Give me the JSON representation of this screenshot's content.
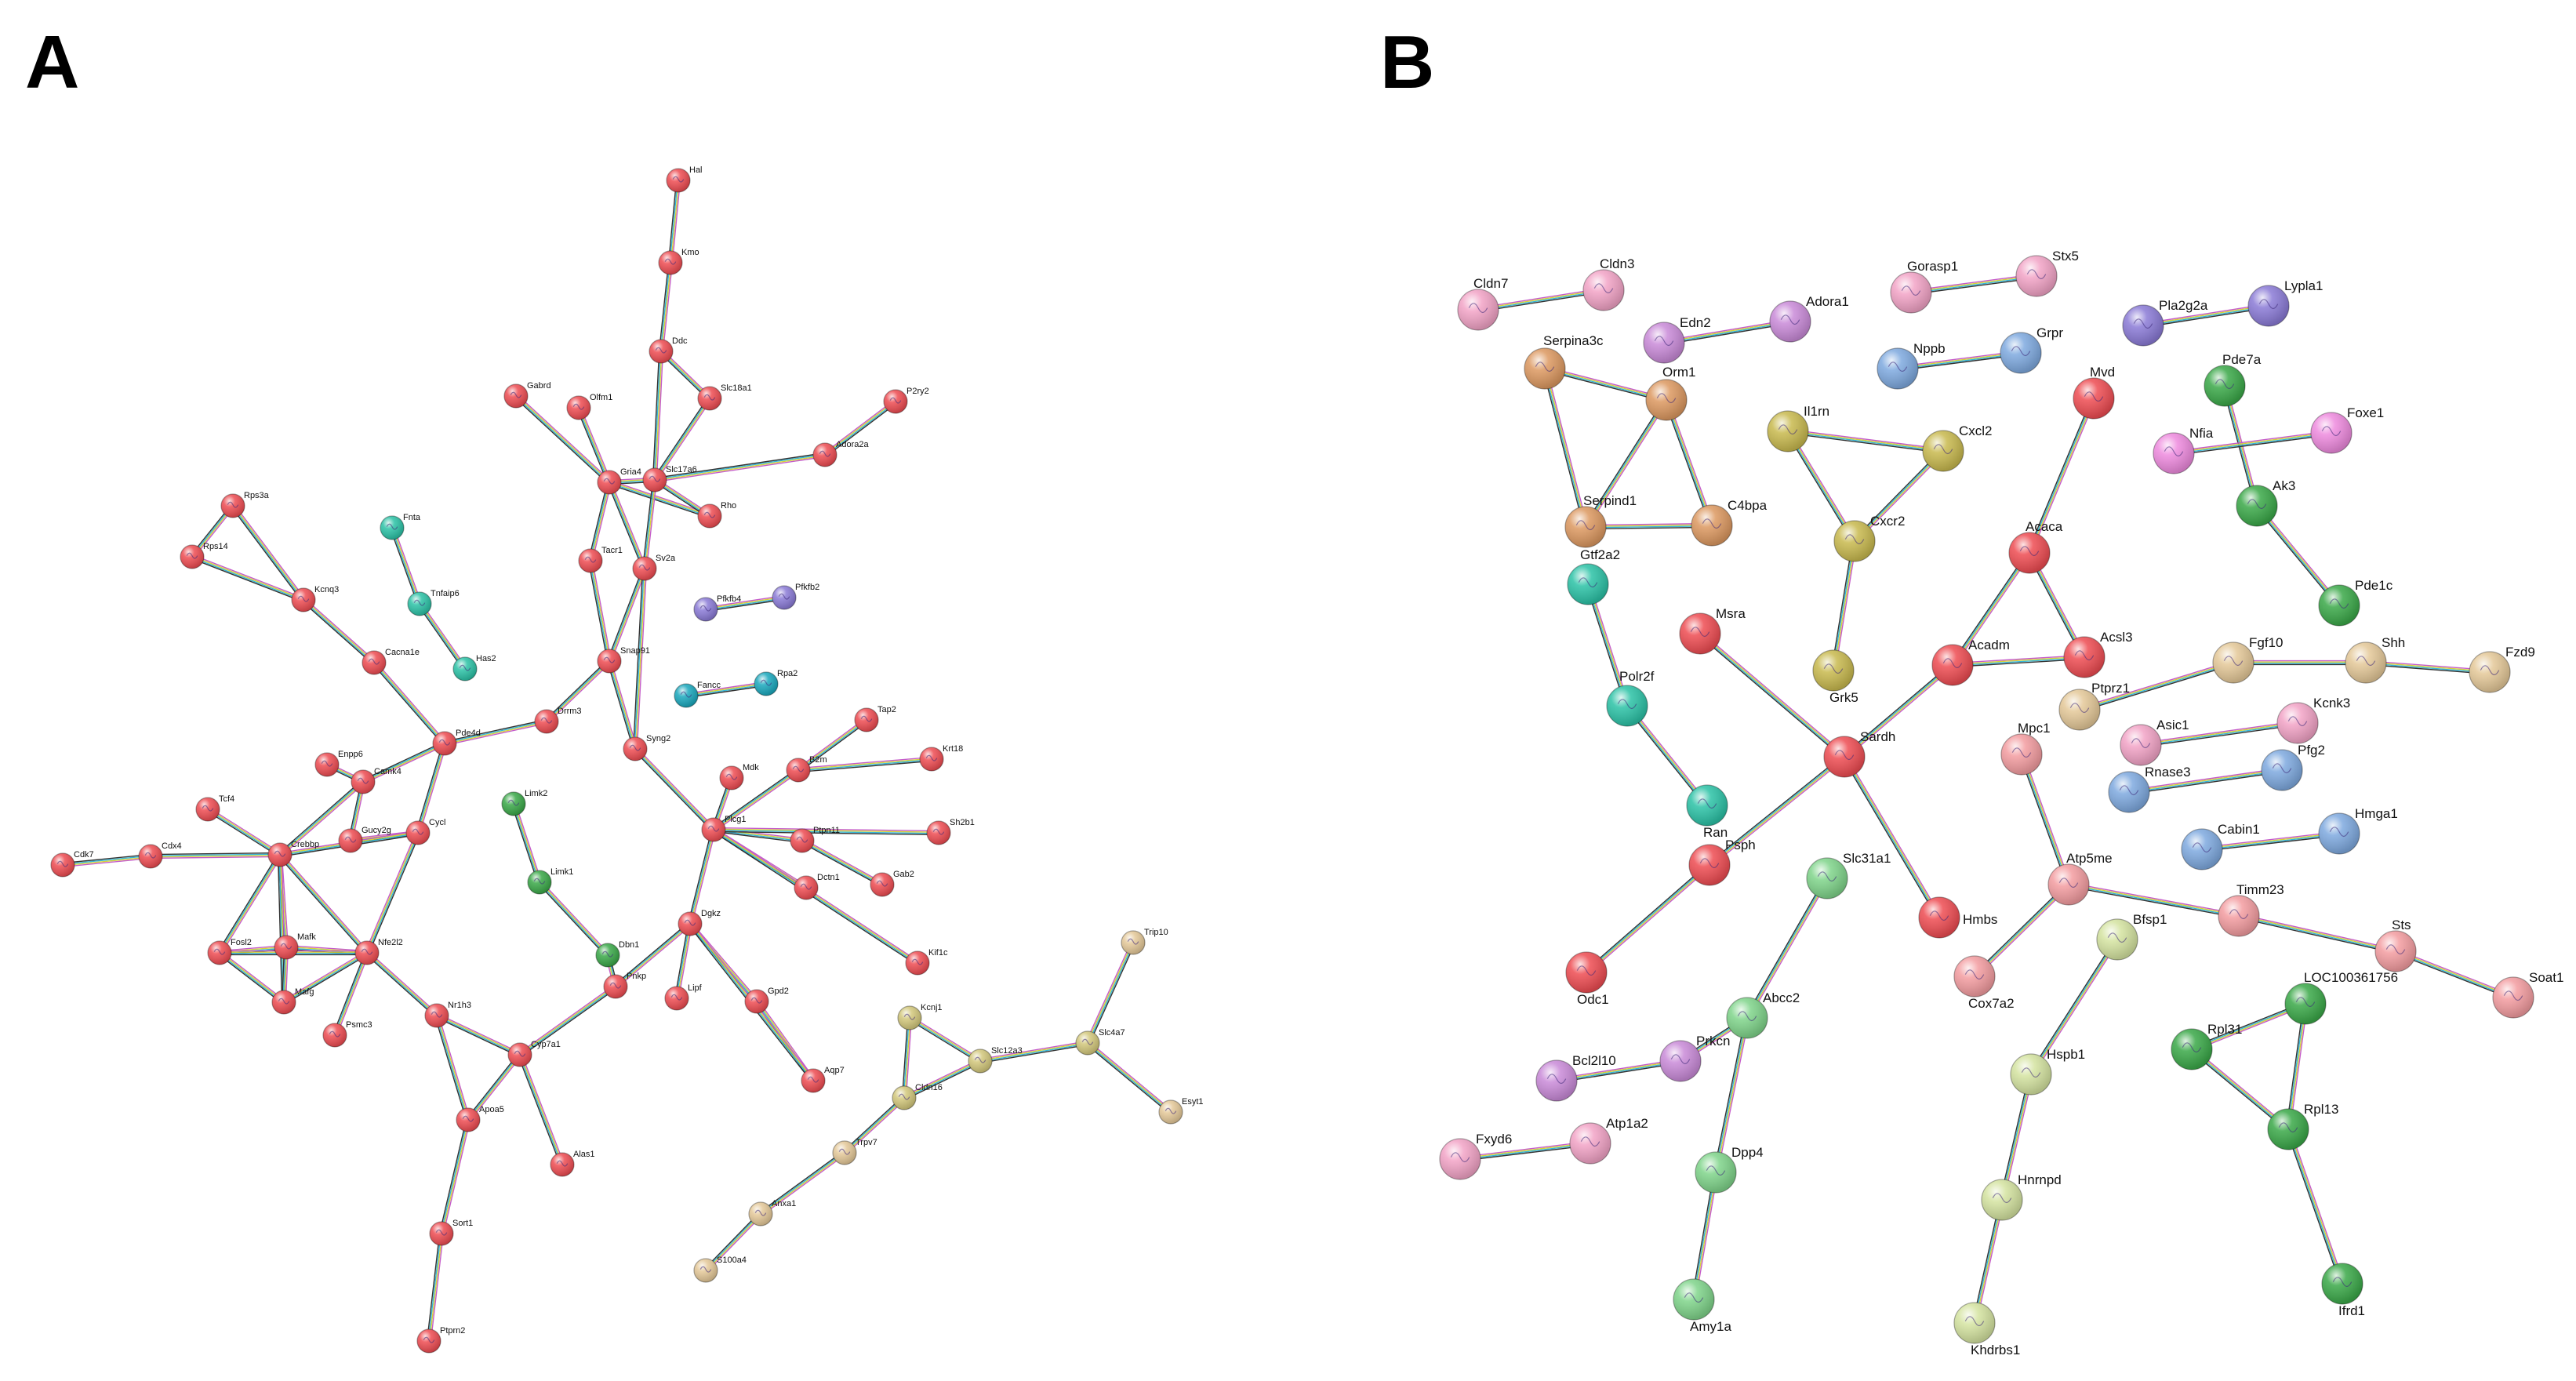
{
  "panels": [
    {
      "letter": "A",
      "nodes": [
        {
          "id": "Hal",
          "cluster": "red"
        },
        {
          "id": "Kmo",
          "cluster": "red"
        },
        {
          "id": "Ddc",
          "cluster": "red"
        },
        {
          "id": "Gabrd",
          "cluster": "red"
        },
        {
          "id": "Olfm1",
          "cluster": "red"
        },
        {
          "id": "Slc18a1",
          "cluster": "red"
        },
        {
          "id": "P2ry2",
          "cluster": "red"
        },
        {
          "id": "Adora2a",
          "cluster": "red"
        },
        {
          "id": "Gria4",
          "cluster": "red"
        },
        {
          "id": "Slc17a6",
          "cluster": "red"
        },
        {
          "id": "Rho",
          "cluster": "red"
        },
        {
          "id": "Tacr1",
          "cluster": "red"
        },
        {
          "id": "Sv2a",
          "cluster": "red"
        },
        {
          "id": "Snap91",
          "cluster": "red"
        },
        {
          "id": "Drrm3",
          "cluster": "red"
        },
        {
          "id": "Syng2",
          "cluster": "red"
        },
        {
          "id": "Rps3a",
          "cluster": "red"
        },
        {
          "id": "Rps14",
          "cluster": "red"
        },
        {
          "id": "Kcnq3",
          "cluster": "red"
        },
        {
          "id": "Cacna1e",
          "cluster": "red"
        },
        {
          "id": "Pde4d",
          "cluster": "red"
        },
        {
          "id": "Enpp6",
          "cluster": "red"
        },
        {
          "id": "Camk4",
          "cluster": "red"
        },
        {
          "id": "Gucy2g",
          "cluster": "red"
        },
        {
          "id": "Cycl",
          "cluster": "red"
        },
        {
          "id": "Tcf4",
          "cluster": "red"
        },
        {
          "id": "Crebbp",
          "cluster": "red"
        },
        {
          "id": "Cdk7",
          "cluster": "red"
        },
        {
          "id": "Cdx4",
          "cluster": "red"
        },
        {
          "id": "Mafk",
          "cluster": "red"
        },
        {
          "id": "Fosl2",
          "cluster": "red"
        },
        {
          "id": "Mafg",
          "cluster": "red"
        },
        {
          "id": "Nfe2l2",
          "cluster": "red"
        },
        {
          "id": "Psmc3",
          "cluster": "red"
        },
        {
          "id": "Nr1h3",
          "cluster": "red"
        },
        {
          "id": "Cyp7a1",
          "cluster": "red"
        },
        {
          "id": "Apoa5",
          "cluster": "red"
        },
        {
          "id": "Alas1",
          "cluster": "red"
        },
        {
          "id": "Sort1",
          "cluster": "red"
        },
        {
          "id": "Ptprn2",
          "cluster": "red"
        },
        {
          "id": "Mdk",
          "cluster": "red"
        },
        {
          "id": "B2m",
          "cluster": "red"
        },
        {
          "id": "Tap2",
          "cluster": "red"
        },
        {
          "id": "Krt18",
          "cluster": "red"
        },
        {
          "id": "Plcg1",
          "cluster": "red"
        },
        {
          "id": "Ptpn11",
          "cluster": "red"
        },
        {
          "id": "Sh2b1",
          "cluster": "red"
        },
        {
          "id": "Gab2",
          "cluster": "red"
        },
        {
          "id": "Dctn1",
          "cluster": "red"
        },
        {
          "id": "Kif1c",
          "cluster": "red"
        },
        {
          "id": "Dgkz",
          "cluster": "red"
        },
        {
          "id": "Pnkp",
          "cluster": "red"
        },
        {
          "id": "Lipf",
          "cluster": "red"
        },
        {
          "id": "Gpd2",
          "cluster": "red"
        },
        {
          "id": "Aqp7",
          "cluster": "red"
        },
        {
          "id": "Fnta",
          "cluster": "teal"
        },
        {
          "id": "Tnfaip6",
          "cluster": "teal"
        },
        {
          "id": "Has2",
          "cluster": "teal"
        },
        {
          "id": "Pfkfb4",
          "cluster": "purple"
        },
        {
          "id": "Pfkfb2",
          "cluster": "purple"
        },
        {
          "id": "Fancc",
          "cluster": "cyan"
        },
        {
          "id": "Rpa2",
          "cluster": "cyan"
        },
        {
          "id": "Limk2",
          "cluster": "green"
        },
        {
          "id": "Limk1",
          "cluster": "green"
        },
        {
          "id": "Dbn1",
          "cluster": "green"
        },
        {
          "id": "Kcnj1",
          "cluster": "khaki"
        },
        {
          "id": "Cldn16",
          "cluster": "khaki"
        },
        {
          "id": "Slc12a3",
          "cluster": "khaki"
        },
        {
          "id": "Slc4a7",
          "cluster": "khaki"
        },
        {
          "id": "Trip10",
          "cluster": "tan"
        },
        {
          "id": "Esyt1",
          "cluster": "tan"
        },
        {
          "id": "Trpv7",
          "cluster": "tan"
        },
        {
          "id": "Anxa1",
          "cluster": "tan"
        },
        {
          "id": "S100a4",
          "cluster": "tan"
        }
      ],
      "edges": [
        [
          "Hal",
          "Kmo"
        ],
        [
          "Kmo",
          "Ddc"
        ],
        [
          "Ddc",
          "Slc18a1"
        ],
        [
          "Ddc",
          "Slc17a6"
        ],
        [
          "Slc18a1",
          "Slc17a6"
        ],
        [
          "Gabrd",
          "Gria4"
        ],
        [
          "Olfm1",
          "Gria4"
        ],
        [
          "Gria4",
          "Slc17a6"
        ],
        [
          "Gria4",
          "Rho"
        ],
        [
          "Slc17a6",
          "Rho"
        ],
        [
          "Slc17a6",
          "Sv2a"
        ],
        [
          "Gria4",
          "Sv2a"
        ],
        [
          "Adora2a",
          "P2ry2"
        ],
        [
          "Adora2a",
          "Slc17a6"
        ],
        [
          "Gria4",
          "Tacr1"
        ],
        [
          "Sv2a",
          "Snap91"
        ],
        [
          "Tacr1",
          "Snap91"
        ],
        [
          "Sv2a",
          "Syng2"
        ],
        [
          "Snap91",
          "Drrm3"
        ],
        [
          "Snap91",
          "Syng2"
        ],
        [
          "Drrm3",
          "Pde4d"
        ],
        [
          "Rps3a",
          "Rps14"
        ],
        [
          "Rps3a",
          "Kcnq3"
        ],
        [
          "Rps14",
          "Kcnq3"
        ],
        [
          "Kcnq3",
          "Cacna1e"
        ],
        [
          "Cacna1e",
          "Pde4d"
        ],
        [
          "Pde4d",
          "Camk4"
        ],
        [
          "Pde4d",
          "Cycl"
        ],
        [
          "Enpp6",
          "Camk4"
        ],
        [
          "Camk4",
          "Crebbp"
        ],
        [
          "Camk4",
          "Gucy2g"
        ],
        [
          "Gucy2g",
          "Cycl"
        ],
        [
          "Tcf4",
          "Crebbp"
        ],
        [
          "Crebbp",
          "Cdx4"
        ],
        [
          "Cdx4",
          "Cdk7"
        ],
        [
          "Crebbp",
          "Mafk"
        ],
        [
          "Crebbp",
          "Fosl2"
        ],
        [
          "Crebbp",
          "Mafg"
        ],
        [
          "Crebbp",
          "Nfe2l2"
        ],
        [
          "Crebbp",
          "Cycl"
        ],
        [
          "Fosl2",
          "Mafk"
        ],
        [
          "Fosl2",
          "Mafg"
        ],
        [
          "Mafk",
          "Mafg"
        ],
        [
          "Mafk",
          "Nfe2l2"
        ],
        [
          "Mafg",
          "Nfe2l2"
        ],
        [
          "Fosl2",
          "Nfe2l2"
        ],
        [
          "Nfe2l2",
          "Psmc3"
        ],
        [
          "Nfe2l2",
          "Nr1h3"
        ],
        [
          "Nfe2l2",
          "Cycl"
        ],
        [
          "Nr1h3",
          "Cyp7a1"
        ],
        [
          "Nr1h3",
          "Apoa5"
        ],
        [
          "Cyp7a1",
          "Apoa5"
        ],
        [
          "Cyp7a1",
          "Alas1"
        ],
        [
          "Cyp7a1",
          "Pnkp"
        ],
        [
          "Apoa5",
          "Sort1"
        ],
        [
          "Sort1",
          "Ptprn2"
        ],
        [
          "Syng2",
          "Plcg1"
        ],
        [
          "Mdk",
          "Plcg1"
        ],
        [
          "B2m",
          "Tap2"
        ],
        [
          "B2m",
          "Plcg1"
        ],
        [
          "B2m",
          "Krt18"
        ],
        [
          "Plcg1",
          "Ptpn11"
        ],
        [
          "Plcg1",
          "Sh2b1"
        ],
        [
          "Ptpn11",
          "Gab2"
        ],
        [
          "Plcg1",
          "Dctn1"
        ],
        [
          "Plcg1",
          "Kif1c"
        ],
        [
          "Plcg1",
          "Dgkz"
        ],
        [
          "Dgkz",
          "Pnkp"
        ],
        [
          "Dgkz",
          "Lipf"
        ],
        [
          "Dgkz",
          "Gpd2"
        ],
        [
          "Gpd2",
          "Aqp7"
        ],
        [
          "Pnkp",
          "Dbn1"
        ],
        [
          "Dgkz",
          "Aqp7"
        ],
        [
          "Fnta",
          "Tnfaip6"
        ],
        [
          "Tnfaip6",
          "Has2"
        ],
        [
          "Pfkfb4",
          "Pfkfb2"
        ],
        [
          "Fancc",
          "Rpa2"
        ],
        [
          "Limk2",
          "Limk1"
        ],
        [
          "Limk1",
          "Dbn1"
        ],
        [
          "Kcnj1",
          "Cldn16"
        ],
        [
          "Kcnj1",
          "Slc12a3"
        ],
        [
          "Cldn16",
          "Slc12a3"
        ],
        [
          "Slc12a3",
          "Slc4a7"
        ],
        [
          "Slc4a7",
          "Trip10"
        ],
        [
          "Slc4a7",
          "Esyt1"
        ],
        [
          "Cldn16",
          "Trpv7"
        ],
        [
          "Trpv7",
          "Anxa1"
        ],
        [
          "Anxa1",
          "S100a4"
        ]
      ]
    },
    {
      "letter": "B",
      "nodes": [
        {
          "id": "Cldn7",
          "cluster": "pink"
        },
        {
          "id": "Cldn3",
          "cluster": "pink"
        },
        {
          "id": "Edn2",
          "cluster": "violet"
        },
        {
          "id": "Adora1",
          "cluster": "violet"
        },
        {
          "id": "Gorasp1",
          "cluster": "pink"
        },
        {
          "id": "Stx5",
          "cluster": "pink"
        },
        {
          "id": "Nppb",
          "cluster": "blue"
        },
        {
          "id": "Grpr",
          "cluster": "blue"
        },
        {
          "id": "Pla2g2a",
          "cluster": "purple"
        },
        {
          "id": "Lypla1",
          "cluster": "purple"
        },
        {
          "id": "Serpina3c",
          "cluster": "orange"
        },
        {
          "id": "Orm1",
          "cluster": "orange"
        },
        {
          "id": "Serpind1",
          "cluster": "orange"
        },
        {
          "id": "C4bpa",
          "cluster": "orange"
        },
        {
          "id": "Il1rn",
          "cluster": "olive"
        },
        {
          "id": "Cxcl2",
          "cluster": "olive"
        },
        {
          "id": "Cxcr2",
          "cluster": "olive"
        },
        {
          "id": "Grk5",
          "cluster": "olive"
        },
        {
          "id": "Mvd",
          "cluster": "red"
        },
        {
          "id": "Pde7a",
          "cluster": "green"
        },
        {
          "id": "Foxe1",
          "cluster": "magenta"
        },
        {
          "id": "Nfia",
          "cluster": "magenta"
        },
        {
          "id": "Ak3",
          "cluster": "green"
        },
        {
          "id": "Pde1c",
          "cluster": "green"
        },
        {
          "id": "Gtf2a2",
          "cluster": "teal"
        },
        {
          "id": "Polr2f",
          "cluster": "teal"
        },
        {
          "id": "Ran",
          "cluster": "teal"
        },
        {
          "id": "Msra",
          "cluster": "red"
        },
        {
          "id": "Acaca",
          "cluster": "red"
        },
        {
          "id": "Acadm",
          "cluster": "red"
        },
        {
          "id": "Acsl3",
          "cluster": "red"
        },
        {
          "id": "Ptprz1",
          "cluster": "tan"
        },
        {
          "id": "Fgf10",
          "cluster": "tan"
        },
        {
          "id": "Shh",
          "cluster": "tan"
        },
        {
          "id": "Fzd9",
          "cluster": "tan"
        },
        {
          "id": "Sardh",
          "cluster": "red"
        },
        {
          "id": "Mpc1",
          "cluster": "salmon"
        },
        {
          "id": "Asic1",
          "cluster": "pink"
        },
        {
          "id": "Kcnk3",
          "cluster": "pink"
        },
        {
          "id": "Rnase3",
          "cluster": "blue"
        },
        {
          "id": "Pfg2",
          "cluster": "blue"
        },
        {
          "id": "Cabin1",
          "cluster": "blue"
        },
        {
          "id": "Hmga1",
          "cluster": "blue"
        },
        {
          "id": "Psph",
          "cluster": "red"
        },
        {
          "id": "Hmbs",
          "cluster": "red"
        },
        {
          "id": "Slc31a1",
          "cluster": "lightgreen"
        },
        {
          "id": "Atp5me",
          "cluster": "salmon"
        },
        {
          "id": "Timm23",
          "cluster": "salmon"
        },
        {
          "id": "Sts",
          "cluster": "salmon"
        },
        {
          "id": "Soat1",
          "cluster": "salmon"
        },
        {
          "id": "Odc1",
          "cluster": "red"
        },
        {
          "id": "Cox7a2",
          "cluster": "salmon"
        },
        {
          "id": "Bfsp1",
          "cluster": "yellowgreen"
        },
        {
          "id": "LOC100361756",
          "cluster": "green"
        },
        {
          "id": "Abcc2",
          "cluster": "lightgreen"
        },
        {
          "id": "Prkcn",
          "cluster": "violet"
        },
        {
          "id": "Bcl2l10",
          "cluster": "violet"
        },
        {
          "id": "Rpl31",
          "cluster": "green"
        },
        {
          "id": "Rpl13",
          "cluster": "green"
        },
        {
          "id": "Hspb1",
          "cluster": "yellowgreen"
        },
        {
          "id": "Fxyd6",
          "cluster": "pink"
        },
        {
          "id": "Atp1a2",
          "cluster": "pink"
        },
        {
          "id": "Dpp4",
          "cluster": "lightgreen"
        },
        {
          "id": "Hnrnpd",
          "cluster": "yellowgreen"
        },
        {
          "id": "Ifrd1",
          "cluster": "green"
        },
        {
          "id": "Amy1a",
          "cluster": "lightgreen"
        },
        {
          "id": "Khdrbs1",
          "cluster": "yellowgreen"
        }
      ],
      "edges": [
        [
          "Cldn7",
          "Cldn3"
        ],
        [
          "Edn2",
          "Adora1"
        ],
        [
          "Gorasp1",
          "Stx5"
        ],
        [
          "Nppb",
          "Grpr"
        ],
        [
          "Pla2g2a",
          "Lypla1"
        ],
        [
          "Serpina3c",
          "Orm1"
        ],
        [
          "Serpina3c",
          "Serpind1"
        ],
        [
          "Orm1",
          "Serpind1"
        ],
        [
          "Orm1",
          "C4bpa"
        ],
        [
          "Serpind1",
          "C4bpa"
        ],
        [
          "Il1rn",
          "Cxcl2"
        ],
        [
          "Il1rn",
          "Cxcr2"
        ],
        [
          "Cxcl2",
          "Cxcr2"
        ],
        [
          "Cxcr2",
          "Grk5"
        ],
        [
          "Mvd",
          "Acaca"
        ],
        [
          "Pde7a",
          "Ak3"
        ],
        [
          "Ak3",
          "Pde1c"
        ],
        [
          "Nfia",
          "Foxe1"
        ],
        [
          "Gtf2a2",
          "Polr2f"
        ],
        [
          "Polr2f",
          "Ran"
        ],
        [
          "Acaca",
          "Acadm"
        ],
        [
          "Acaca",
          "Acsl3"
        ],
        [
          "Acadm",
          "Acsl3"
        ],
        [
          "Acadm",
          "Sardh"
        ],
        [
          "Msra",
          "Sardh"
        ],
        [
          "Sardh",
          "Psph"
        ],
        [
          "Sardh",
          "Hmbs"
        ],
        [
          "Psph",
          "Odc1"
        ],
        [
          "Ptprz1",
          "Fgf10"
        ],
        [
          "Fgf10",
          "Shh"
        ],
        [
          "Shh",
          "Fzd9"
        ],
        [
          "Asic1",
          "Kcnk3"
        ],
        [
          "Rnase3",
          "Pfg2"
        ],
        [
          "Cabin1",
          "Hmga1"
        ],
        [
          "Mpc1",
          "Atp5me"
        ],
        [
          "Atp5me",
          "Timm23"
        ],
        [
          "Atp5me",
          "Cox7a2"
        ],
        [
          "Timm23",
          "Sts"
        ],
        [
          "Sts",
          "Soat1"
        ],
        [
          "Slc31a1",
          "Abcc2"
        ],
        [
          "Abcc2",
          "Prkcn"
        ],
        [
          "Abcc2",
          "Dpp4"
        ],
        [
          "Dpp4",
          "Amy1a"
        ],
        [
          "Bcl2l10",
          "Prkcn"
        ],
        [
          "Fxyd6",
          "Atp1a2"
        ],
        [
          "Bfsp1",
          "Hspb1"
        ],
        [
          "Hspb1",
          "Hnrnpd"
        ],
        [
          "Hnrnpd",
          "Khdrbs1"
        ],
        [
          "LOC100361756",
          "Rpl31"
        ],
        [
          "LOC100361756",
          "Rpl13"
        ],
        [
          "Rpl31",
          "Rpl13"
        ],
        [
          "Rpl13",
          "Ifrd1"
        ]
      ]
    }
  ],
  "colors": {
    "red": "#ee4c52",
    "teal": "#2bc2a6",
    "purple": "#8a7ad6",
    "cyan": "#1aa8bd",
    "green": "#3aa848",
    "khaki": "#d2c77b",
    "tan": "#e4c898",
    "pink": "#f2a3c6",
    "violet": "#c98ad8",
    "blue": "#7ea9df",
    "orange": "#dc9860",
    "olive": "#c8b94e",
    "magenta": "#ee8ade",
    "salmon": "#f39ca0",
    "lightgreen": "#7fd48a",
    "yellowgreen": "#d4e3a0"
  },
  "edge_colors": [
    "#c45cc9",
    "#d4d23a",
    "#35b6d6",
    "#333333",
    "#59b44a"
  ]
}
